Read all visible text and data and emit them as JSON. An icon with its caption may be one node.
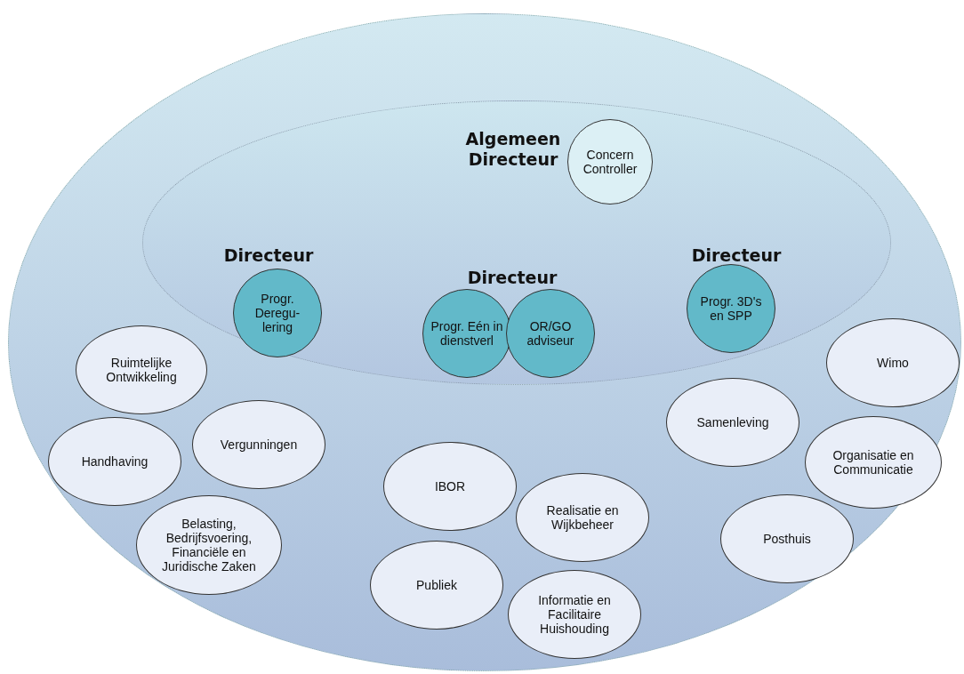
{
  "diagram": {
    "nodes": [
      {
        "text": [],
        "shape": "ellipse"
      },
      {
        "text": [],
        "shape": "ellipse",
        "in": 0
      },
      {
        "text": [
          "Concern Controller"
        ],
        "in": 1
      },
      {
        "text": [
          "Progr. Deregu- lering"
        ],
        "in": 1
      },
      {
        "text": [
          "Progr. Eén in dienstverl"
        ],
        "in": 1
      },
      {
        "text": [
          "OR/GO adviseur"
        ],
        "in": 1
      },
      {
        "text": [
          "Progr. 3D's en SPP"
        ],
        "in": 1
      },
      {
        "text": [
          "Ruimtelijke Ontwikkeling"
        ],
        "in": 0
      },
      {
        "text": [
          "Wimo"
        ],
        "in": 0
      },
      {
        "text": [
          "Samenleving"
        ],
        "in": 0
      },
      {
        "text": [
          "Handhaving"
        ],
        "in": 0
      },
      {
        "text": [
          "Vergunningen"
        ],
        "in": 0
      },
      {
        "text": [
          "Organisatie en Communicatie"
        ],
        "in": 0
      },
      {
        "text": [
          "IBOR"
        ],
        "in": 0
      },
      {
        "text": [
          "Realisatie en Wijkbeheer"
        ],
        "in": 0
      },
      {
        "text": [
          "Belasting, Bedrijfsvoering, Financiële en Juridische Zaken"
        ],
        "in": 0
      },
      {
        "text": [
          "Posthuis"
        ],
        "in": 0
      },
      {
        "text": [
          "Publiek"
        ],
        "in": 0
      },
      {
        "text": [
          "Informatie en Facilitaire Huishouding"
        ],
        "in": 0
      }
    ],
    "edges": [],
    "labels": [
      "Algemeen Directeur",
      "Directeur",
      "Directeur",
      "Directeur"
    ]
  }
}
